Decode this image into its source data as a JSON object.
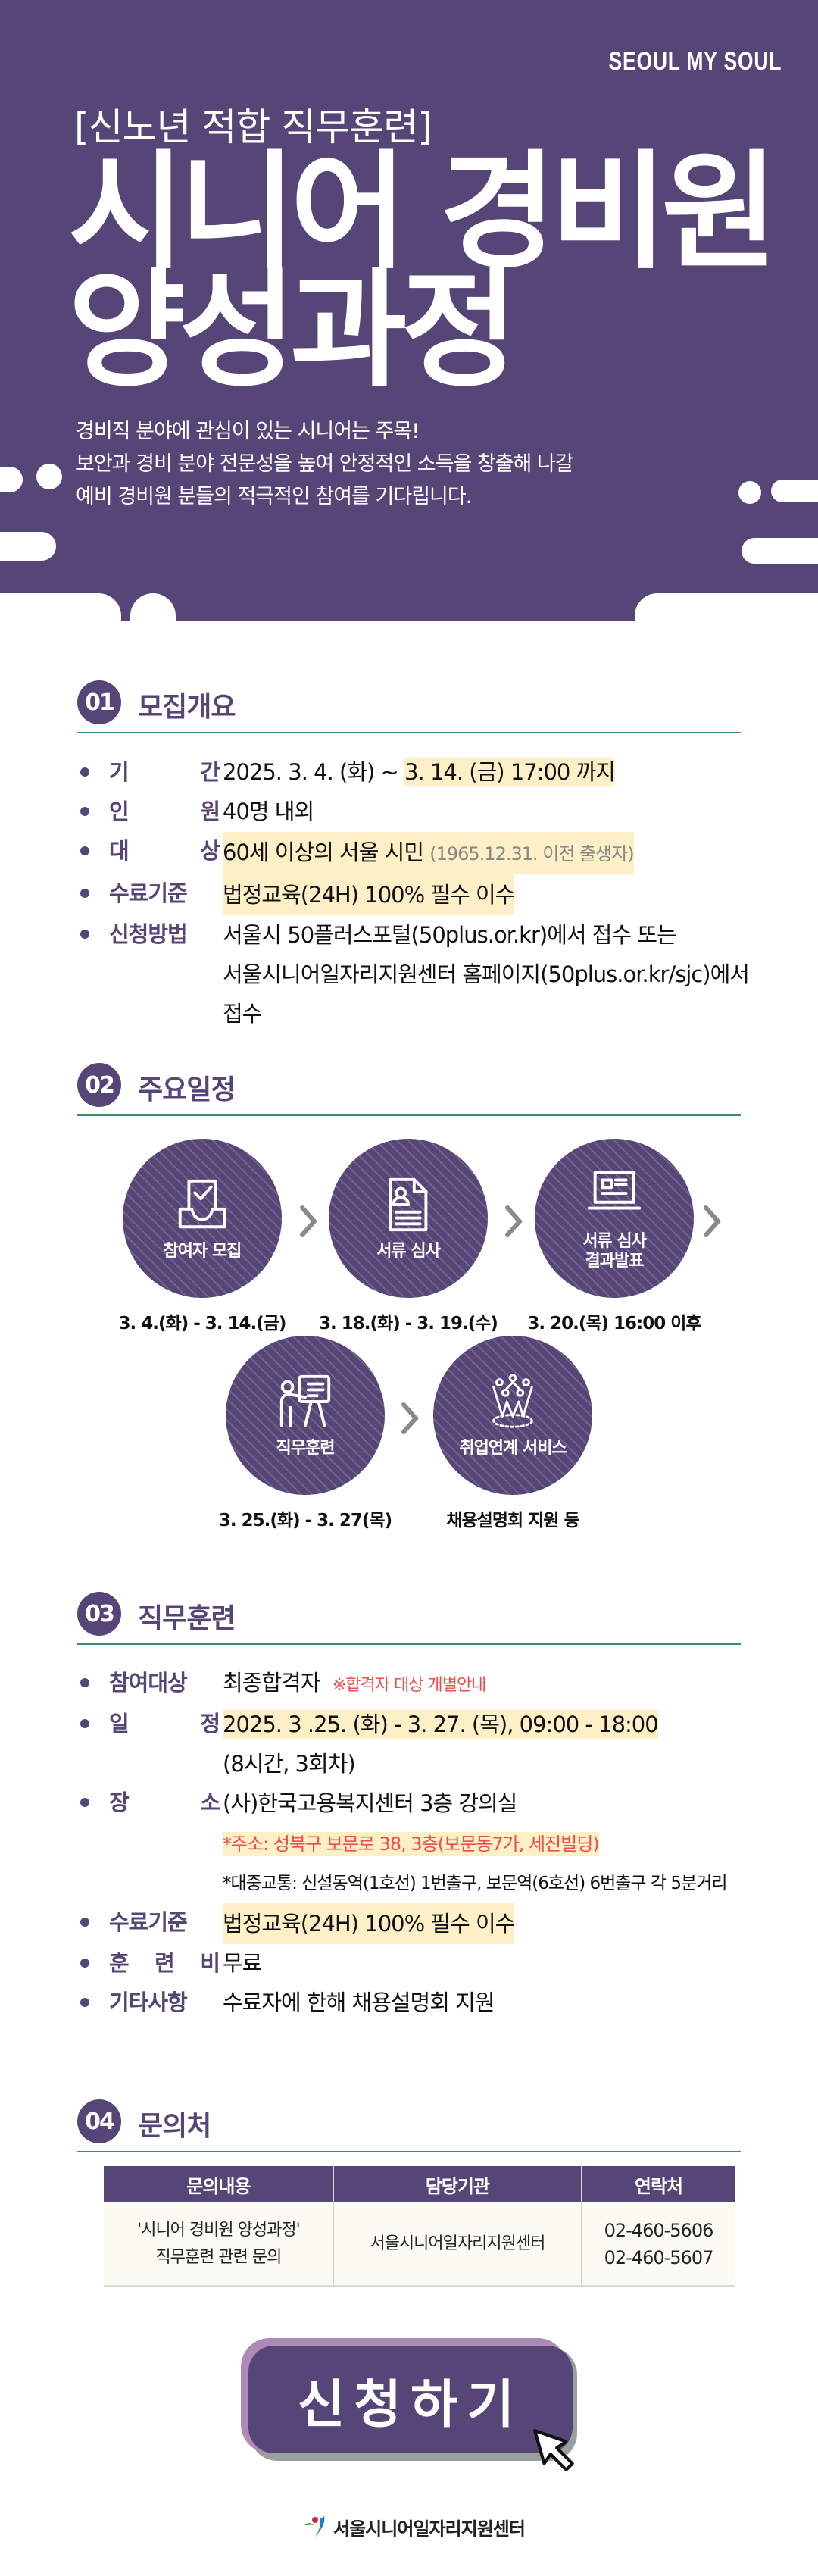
{
  "hero": {
    "brand": "SEOUL MY SOUL",
    "subtitle": "[신노년 적합 직무훈련]",
    "title_line1": "시니어 경비원",
    "title_line2": "양성과정",
    "description": [
      "경비직 분야에 관심이 있는 시니어는 주목!",
      "보안과 경비 분야 전문성을 높여 안정적인 소득을 창출해 나갈",
      "예비 경비원 분들의 적극적인 참여를 기다립니다."
    ]
  },
  "section1": {
    "number": "01",
    "title": "모집개요",
    "rows": [
      {
        "label": "기간",
        "label_chars": [
          "기",
          "간"
        ],
        "value_plain": "2025. 3. 4. (화) ~ ",
        "value_highlight": "3. 14. (금) 17:00 까지"
      },
      {
        "label": "인원",
        "label_chars": [
          "인",
          "원"
        ],
        "value_plain": "40명 내외"
      },
      {
        "label": "대상",
        "label_chars": [
          "대",
          "상"
        ],
        "value_highlight": "60세 이상의 서울 시민",
        "value_note": "(1965.12.31. 이전 출생자)"
      },
      {
        "label": "수료기준",
        "value_highlight": "법정교육(24H) 100% 필수 이수"
      },
      {
        "label": "신청방법",
        "value_lines": [
          "서울시 50플러스포털(50plus.or.kr)에서 접수 또는",
          "서울시니어일자리지원센터 홈페이지(50plus.or.kr/sjc)에서",
          "접수"
        ]
      }
    ]
  },
  "section2": {
    "number": "02",
    "title": "주요일정",
    "steps": [
      {
        "icon": "inbox-check-icon",
        "caption": "참여자 모집",
        "date": "3. 4.(화) - 3. 14.(금)"
      },
      {
        "icon": "resume-document-icon",
        "caption": "서류 심사",
        "date": "3. 18.(화) - 3. 19.(수)"
      },
      {
        "icon": "laptop-icon",
        "caption_line1": "서류 심사",
        "caption_line2": "결과발표",
        "date": "3. 20.(목) 16:00 이후"
      },
      {
        "icon": "teacher-board-icon",
        "caption": "직무훈련",
        "date": "3. 25.(화) - 3. 27(목)"
      },
      {
        "icon": "team-hands-icon",
        "caption": "취업연계 서비스",
        "date": "채용설명회 지원 등"
      }
    ]
  },
  "section3": {
    "number": "03",
    "title": "직무훈련",
    "rows": [
      {
        "label": "참여대상",
        "value_plain": "최종합격자",
        "value_note": "※합격자 대상 개별안내"
      },
      {
        "label": "일정",
        "label_chars": [
          "일",
          "정"
        ],
        "value_highlight": "2025. 3 .25. (화) - 3. 27. (목), 09:00 - 18:00",
        "value_line2": "(8시간, 3회차)"
      },
      {
        "label": "장소",
        "label_chars": [
          "장",
          "소"
        ],
        "value_plain": "(사)한국고용복지센터 3층 강의실",
        "address": "*주소: 성북구 보문로 38, 3층(보문동7가, 세진빌딩)",
        "transit": "*대중교통: 신설동역(1호선) 1번출구, 보문역(6호선) 6번출구 각 5분거리"
      },
      {
        "label": "수료기준",
        "value_highlight": "법정교육(24H) 100% 필수 이수"
      },
      {
        "label": "훈련비",
        "label_chars": [
          "훈",
          "련",
          "비"
        ],
        "value_plain": "무료"
      },
      {
        "label": "기타사항",
        "value_plain": "수료자에 한해 채용설명회 지원"
      }
    ]
  },
  "section4": {
    "number": "04",
    "title": "문의처",
    "table": {
      "headers": [
        "문의내용",
        "담당기관",
        "연락처"
      ],
      "rows": [
        {
          "inquiry_line1": "'시니어 경비원 양성과정'",
          "inquiry_line2": "직무훈련 관련 문의",
          "agency": "서울시니어일자리지원센터",
          "phone1": "02-460-5606",
          "phone2": "02-460-5607"
        }
      ]
    }
  },
  "cta": {
    "label": "신청하기"
  },
  "footer": {
    "org_name": "서울시니어일자리지원센터"
  },
  "colors": {
    "primary": "#564577",
    "highlight": "#fdf0c6",
    "divider": "#3a8c72",
    "accent_red": "#f04b4b",
    "cta_shadow": "#ae8ab6"
  }
}
